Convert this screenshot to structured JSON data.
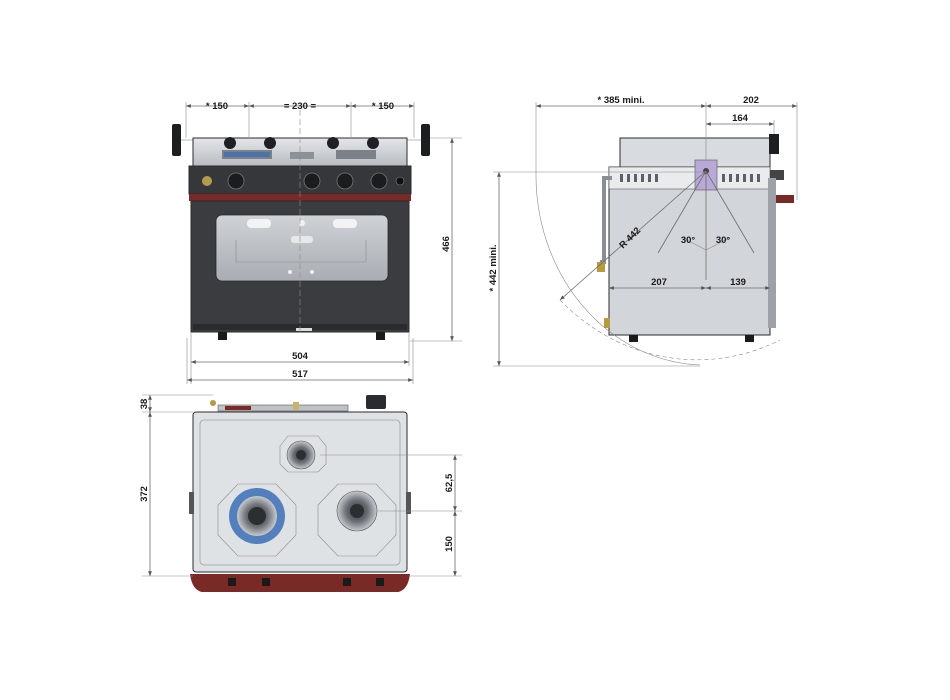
{
  "front_view": {
    "burner_spacing_left": "* 150",
    "burner_spacing_middle": "= 230 =",
    "burner_spacing_right": "* 150",
    "height": "466",
    "inner_width": "504",
    "outer_width": "517"
  },
  "side_view": {
    "depth_clearance": "* 385  mini.",
    "depth": "202",
    "depth_inner": "164",
    "height_clearance": "* 442  mini.",
    "door_radius": "R 442",
    "angle_left": "30°",
    "angle_right": "30°",
    "pivot_left": "207",
    "pivot_right": "139"
  },
  "top_view": {
    "rear_offset": "38",
    "total_depth": "372",
    "burner_offset": "62,5",
    "front_depth": "150"
  },
  "colors": {
    "outline": "#2b2b2b",
    "dimension_line": "#6d6d6d",
    "steel": "#c9ccd0",
    "dark_body": "#3a3c40",
    "copper_trim": "#7a2a26",
    "burner_blue": "#3b6fb5"
  }
}
